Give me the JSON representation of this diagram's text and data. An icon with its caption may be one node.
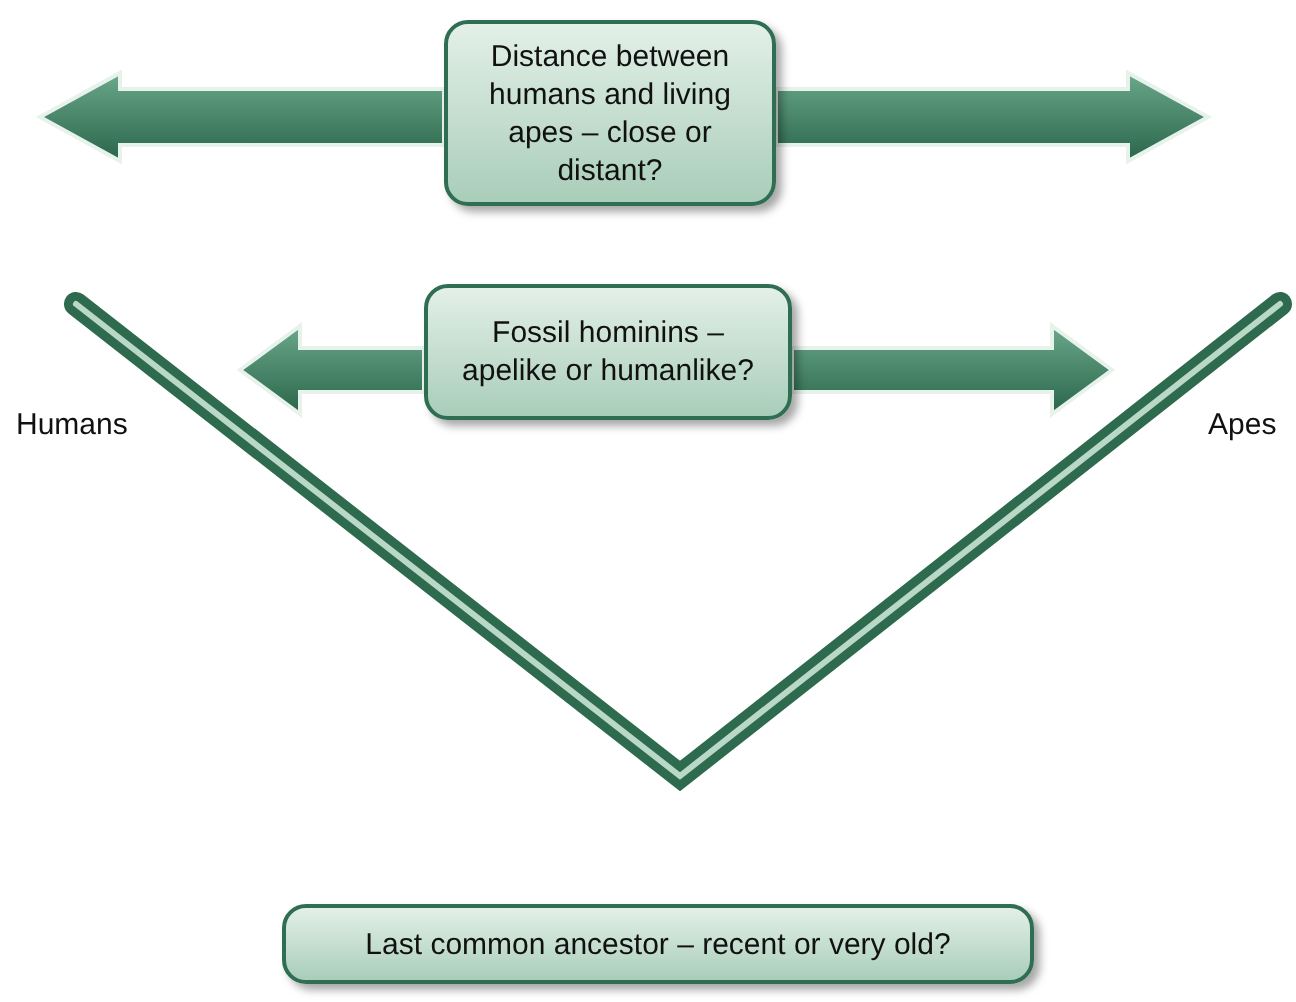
{
  "diagram": {
    "nodes": [
      {
        "text": [
          "Distance between humans and living apes – close or distant?"
        ]
      },
      {
        "text": [
          "Fossil hominins – apelike or humanlike?"
        ]
      },
      {
        "text": [
          "Last common ancestor – recent or very old?"
        ]
      }
    ],
    "edges": [
      {
        "from": 0,
        "to": null,
        "arrow": "to"
      },
      {
        "from": 0,
        "to": null,
        "arrow": "to"
      },
      {
        "from": 1,
        "to": null,
        "arrow": "to"
      },
      {
        "from": 1,
        "to": null,
        "arrow": "to"
      }
    ],
    "labels": [
      "Humans",
      "Apes"
    ]
  }
}
